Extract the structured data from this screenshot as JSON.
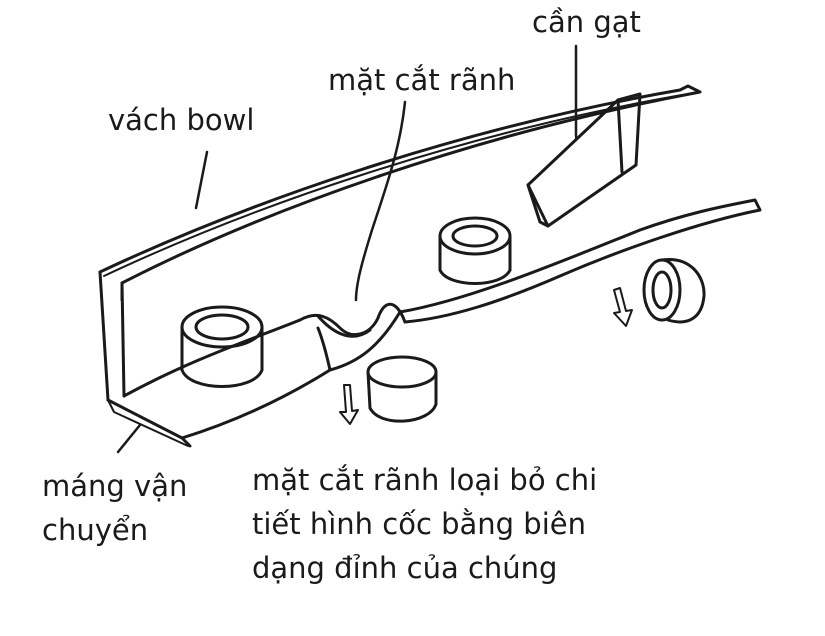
{
  "labels": {
    "lever": "cần gạt",
    "slot_section": "mặt cắt rãnh",
    "bowl_wall": "vách bowl",
    "track": [
      "máng vận",
      "chuyển"
    ],
    "caption": [
      "mặt cắt rãnh loại bỏ chi",
      "tiết hình cốc bằng biên",
      "dạng đỉnh của chúng"
    ]
  },
  "colors": {
    "ink": "#1a1a1a",
    "paper": "#ffffff"
  }
}
